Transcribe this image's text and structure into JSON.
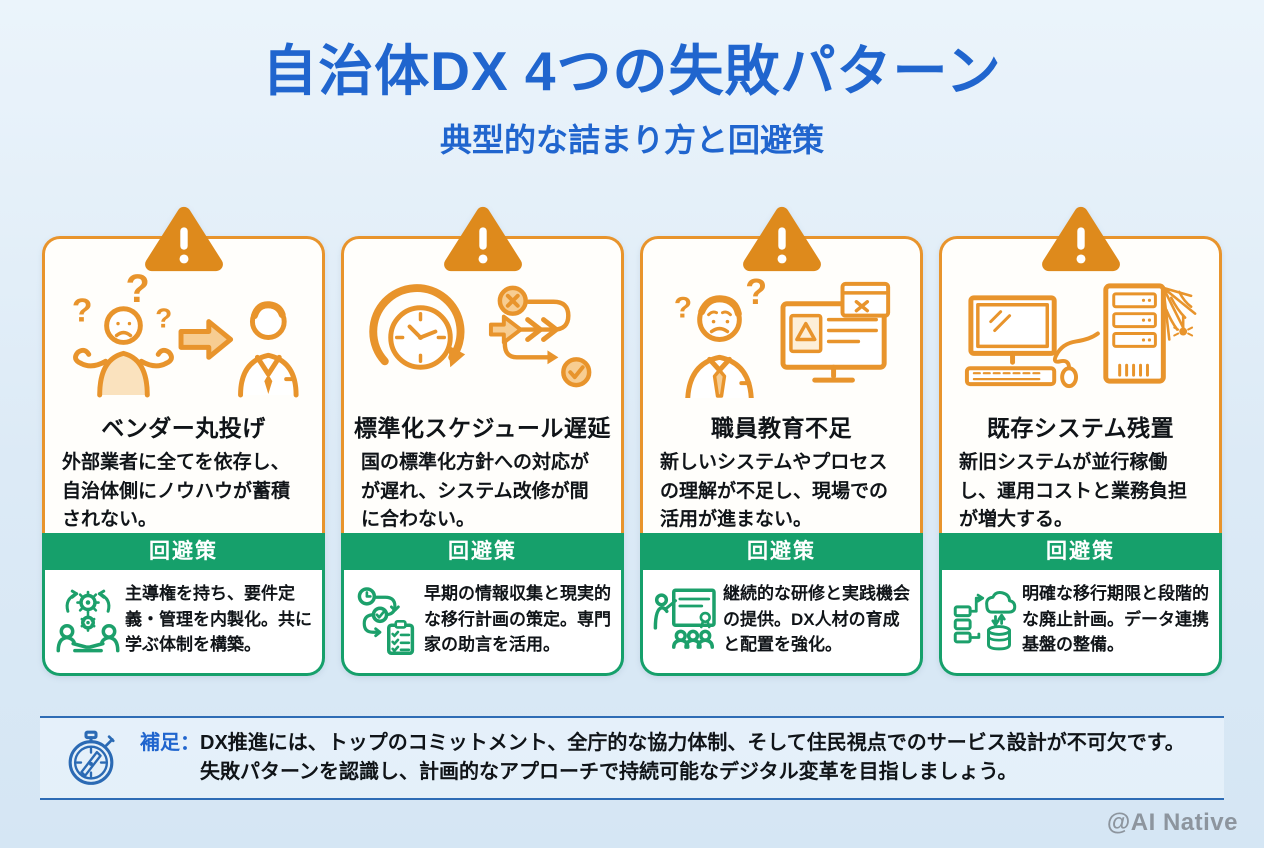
{
  "header": {
    "title": "自治体DX 4つの失敗パターン",
    "subtitle": "典型的な詰まり方と回避策"
  },
  "colors": {
    "title_blue": "#2065CE",
    "card_border_orange": "#E8942C",
    "warning_triangle_orange": "#DE8A1C",
    "band_green": "#16A06B",
    "note_line_blue": "#2E6CB5",
    "background_blue": "#DCEAF6",
    "watermark_gray": "#8D959E"
  },
  "cards": [
    {
      "title": "ベンダー丸投げ",
      "description": "外部業者に全てを依存し、自治体側にノウハウが蓄積されない。",
      "warning_icon": "warning-triangle-icon",
      "illustration": "confused-person-to-vendor-illustration",
      "avoidance_label": "回避策",
      "avoidance_icon": "collaboration-gears-icon",
      "avoidance_text": "主導権を持ち、要件定義・管理を内製化。共に学ぶ体制を構築。"
    },
    {
      "title": "標準化スケジュール遅延",
      "description": "国の標準化方針への対応がが遅れ、システム改修が間に合わない。",
      "warning_icon": "warning-triangle-icon",
      "illustration": "clock-delay-winding-path-illustration",
      "avoidance_label": "回避策",
      "avoidance_icon": "plan-flow-checklist-icon",
      "avoidance_text": "早期の情報収集と現実的な移行計画の策定。専門家の助言を活用。"
    },
    {
      "title": "職員教育不足",
      "description": "新しいシステムやプロセスの理解が不足し、現場での活用が進まない。",
      "warning_icon": "warning-triangle-icon",
      "illustration": "worried-staff-with-error-screens-illustration",
      "avoidance_label": "回避策",
      "avoidance_icon": "training-presentation-icon",
      "avoidance_text": "継続的な研修と実践機会の提供。DX人材の育成と配置を強化。"
    },
    {
      "title": "既存システム残置",
      "description": "新旧システムが並行稼働し、運用コストと業務負担が増大する。",
      "warning_icon": "warning-triangle-icon",
      "illustration": "legacy-server-cobweb-illustration",
      "avoidance_label": "回避策",
      "avoidance_icon": "cloud-migration-icon",
      "avoidance_text": "明確な移行期限と段階的な廃止計画。データ連携基盤の整備。"
    }
  ],
  "note": {
    "icon": "compass-stopwatch-icon",
    "label": "補足：",
    "line1": "DX推進には、トップのコミットメント、全庁的な協力体制、そして住民視点でのサービス設計が不可欠です。",
    "line2": "失敗パターンを認識し、計画的なアプローチで持続可能なデジタル変革を目指しましょう。"
  },
  "footer": {
    "watermark": "@AI Native"
  }
}
